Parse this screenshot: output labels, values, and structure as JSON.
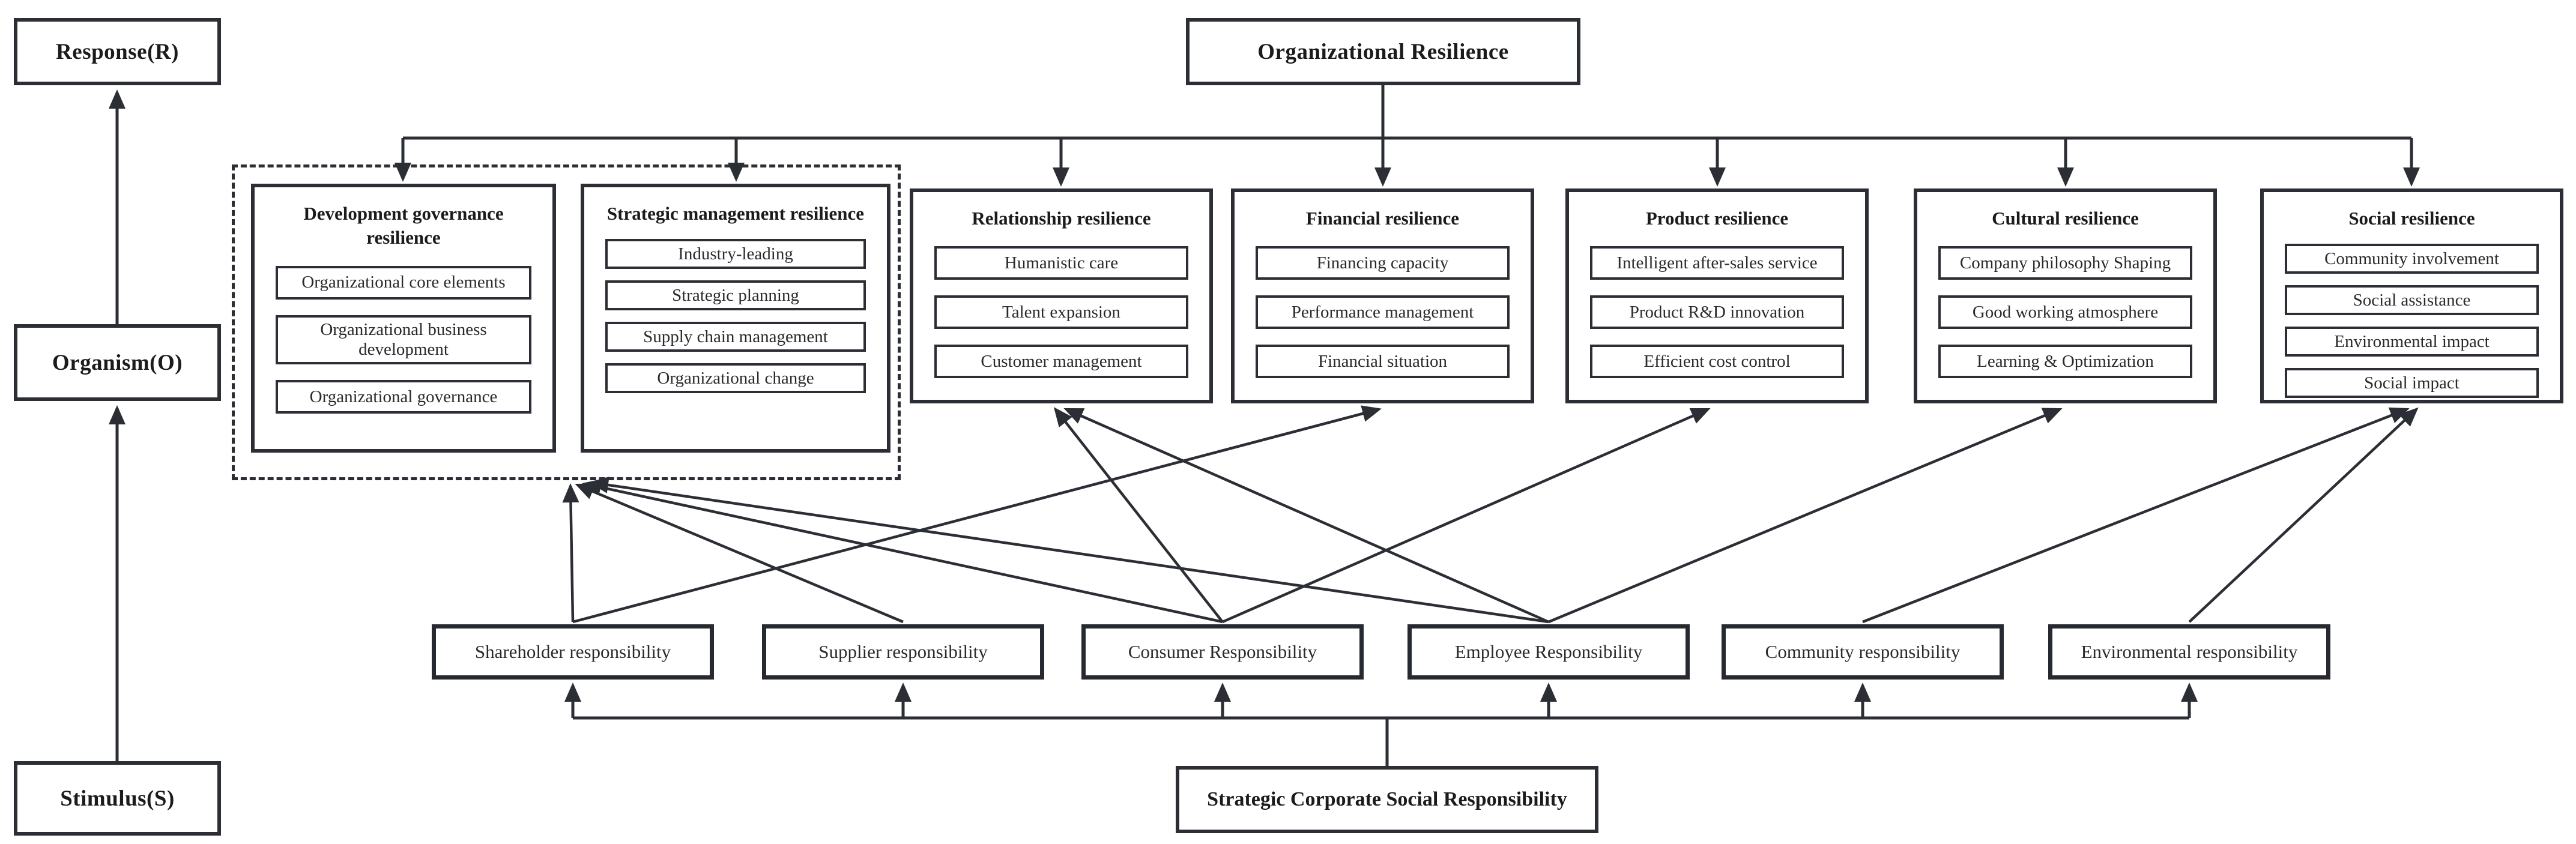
{
  "sor_model": {
    "response": "Response(R)",
    "organism": "Organism(O)",
    "stimulus": "Stimulus(S)"
  },
  "top_box": {
    "label": "Organizational Resilience"
  },
  "bottom_box": {
    "label": "Strategic Corporate Social Responsibility"
  },
  "groups": [
    {
      "id": "development-governance-resilience",
      "title": "Development governance resilience",
      "items": [
        "Organizational core elements",
        "Organizational business development",
        "Organizational governance"
      ]
    },
    {
      "id": "strategic-management-resilience",
      "title": "Strategic management resilience",
      "items": [
        "Industry-leading",
        "Strategic planning",
        "Supply chain management",
        "Organizational change"
      ]
    },
    {
      "id": "relationship-resilience",
      "title": "Relationship resilience",
      "items": [
        "Humanistic care",
        "Talent expansion",
        "Customer management"
      ]
    },
    {
      "id": "financial-resilience",
      "title": "Financial resilience",
      "items": [
        "Financing capacity",
        "Performance management",
        "Financial situation"
      ]
    },
    {
      "id": "product-resilience",
      "title": "Product resilience",
      "items": [
        "Intelligent after-sales service",
        "Product R&D innovation",
        "Efficient cost control"
      ]
    },
    {
      "id": "cultural-resilience",
      "title": "Cultural resilience",
      "items": [
        "Company philosophy Shaping",
        "Good working atmosphere",
        "Learning & Optimization"
      ]
    },
    {
      "id": "social-resilience",
      "title": "Social resilience",
      "items": [
        "Community involvement",
        "Social assistance",
        "Environmental impact",
        "Social impact"
      ]
    }
  ],
  "responsibilities": [
    "Shareholder responsibility",
    "Supplier responsibility",
    "Consumer Responsibility",
    "Employee Responsibility",
    "Community responsibility",
    "Environmental responsibility"
  ],
  "edges": [
    {
      "from": "stimulus",
      "to": "organism"
    },
    {
      "from": "organism",
      "to": "response"
    },
    {
      "from": "organizational-resilience",
      "to": "development-governance-resilience"
    },
    {
      "from": "organizational-resilience",
      "to": "strategic-management-resilience"
    },
    {
      "from": "organizational-resilience",
      "to": "relationship-resilience"
    },
    {
      "from": "organizational-resilience",
      "to": "financial-resilience"
    },
    {
      "from": "organizational-resilience",
      "to": "product-resilience"
    },
    {
      "from": "organizational-resilience",
      "to": "cultural-resilience"
    },
    {
      "from": "organizational-resilience",
      "to": "social-resilience"
    },
    {
      "from": "strategic-csr",
      "to": "shareholder-responsibility"
    },
    {
      "from": "strategic-csr",
      "to": "supplier-responsibility"
    },
    {
      "from": "strategic-csr",
      "to": "consumer-responsibility"
    },
    {
      "from": "strategic-csr",
      "to": "employee-responsibility"
    },
    {
      "from": "strategic-csr",
      "to": "community-responsibility"
    },
    {
      "from": "strategic-csr",
      "to": "environmental-responsibility"
    },
    {
      "from": "shareholder-responsibility",
      "to": "governance-strategic-dashed-group"
    },
    {
      "from": "supplier-responsibility",
      "to": "governance-strategic-dashed-group"
    },
    {
      "from": "consumer-responsibility",
      "to": "governance-strategic-dashed-group"
    },
    {
      "from": "employee-responsibility",
      "to": "governance-strategic-dashed-group"
    },
    {
      "from": "consumer-responsibility",
      "to": "relationship-resilience"
    },
    {
      "from": "employee-responsibility",
      "to": "relationship-resilience"
    },
    {
      "from": "shareholder-responsibility",
      "to": "financial-resilience"
    },
    {
      "from": "consumer-responsibility",
      "to": "product-resilience"
    },
    {
      "from": "employee-responsibility",
      "to": "cultural-resilience"
    },
    {
      "from": "community-responsibility",
      "to": "social-resilience"
    },
    {
      "from": "environmental-responsibility",
      "to": "social-resilience"
    }
  ],
  "colors": {
    "line": "#2b2e34",
    "border": "#2b2e34",
    "text": "#1b1b1b",
    "background": "#ffffff"
  }
}
